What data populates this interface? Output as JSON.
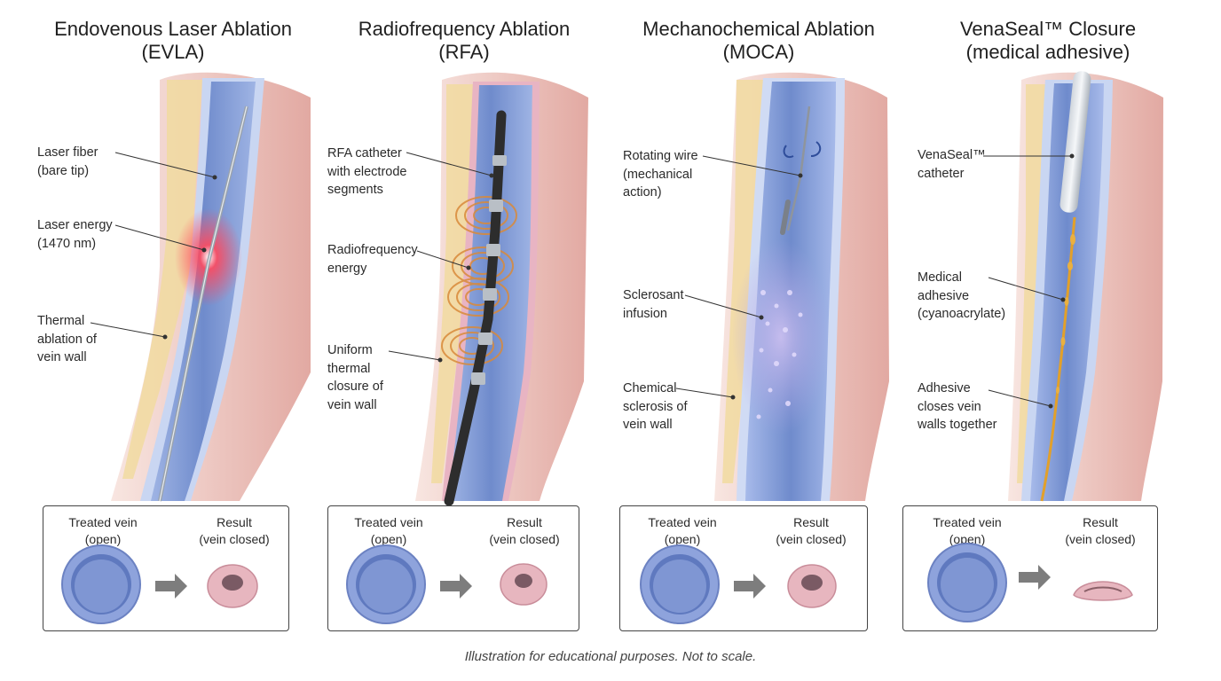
{
  "colors": {
    "vein_blue": "#7f9ad4",
    "tissue_pink": "#e9b9b1",
    "fat_yellow": "#f1dba0",
    "laser_red": "#ff3a4e",
    "rf_orange": "#d98a3a",
    "adhesive_gold": "#e2a02a",
    "sclerosant_purple": "#b4a7e6"
  },
  "panels": [
    {
      "id": "evla",
      "title_line1": "Endovenous Laser Ablation",
      "title_line2": "(EVLA)",
      "labels": [
        "Laser fiber\n(bare tip)",
        "Laser energy\n(1470 nm)",
        "Thermal\nablation of\nvein wall"
      ],
      "result_left": "Treated vein\n(open)",
      "result_right": "Result\n(vein closed)"
    },
    {
      "id": "rfa",
      "title_line1": "Radiofrequency Ablation",
      "title_line2": "(RFA)",
      "labels": [
        "RFA catheter\nwith electrode\nsegments",
        "Radiofrequency\nenergy",
        "Uniform\nthermal\nclosure of\nvein wall"
      ],
      "result_left": "Treated vein\n(open)",
      "result_right": "Result\n(vein closed)"
    },
    {
      "id": "moca",
      "title_line1": "Mechanochemical Ablation",
      "title_line2": "(MOCA)",
      "labels": [
        "Rotating wire\n(mechanical\naction)",
        "Sclerosant\ninfusion",
        "Chemical\nsclerosis of\nvein wall"
      ],
      "result_left": "Treated vein\n(open)",
      "result_right": "Result\n(vein closed)"
    },
    {
      "id": "venaseal",
      "title_line1": "VenaSeal™ Closure",
      "title_line2": "(medical adhesive)",
      "labels": [
        "VenaSeal™\ncatheter",
        "Medical\nadhesive\n(cyanoacrylate)",
        "Adhesive\ncloses vein\nwalls together"
      ],
      "result_left": "Treated vein\n(open)",
      "result_right": "Result\n(vein closed)"
    }
  ],
  "footnote": "Illustration for educational purposes. Not to scale."
}
